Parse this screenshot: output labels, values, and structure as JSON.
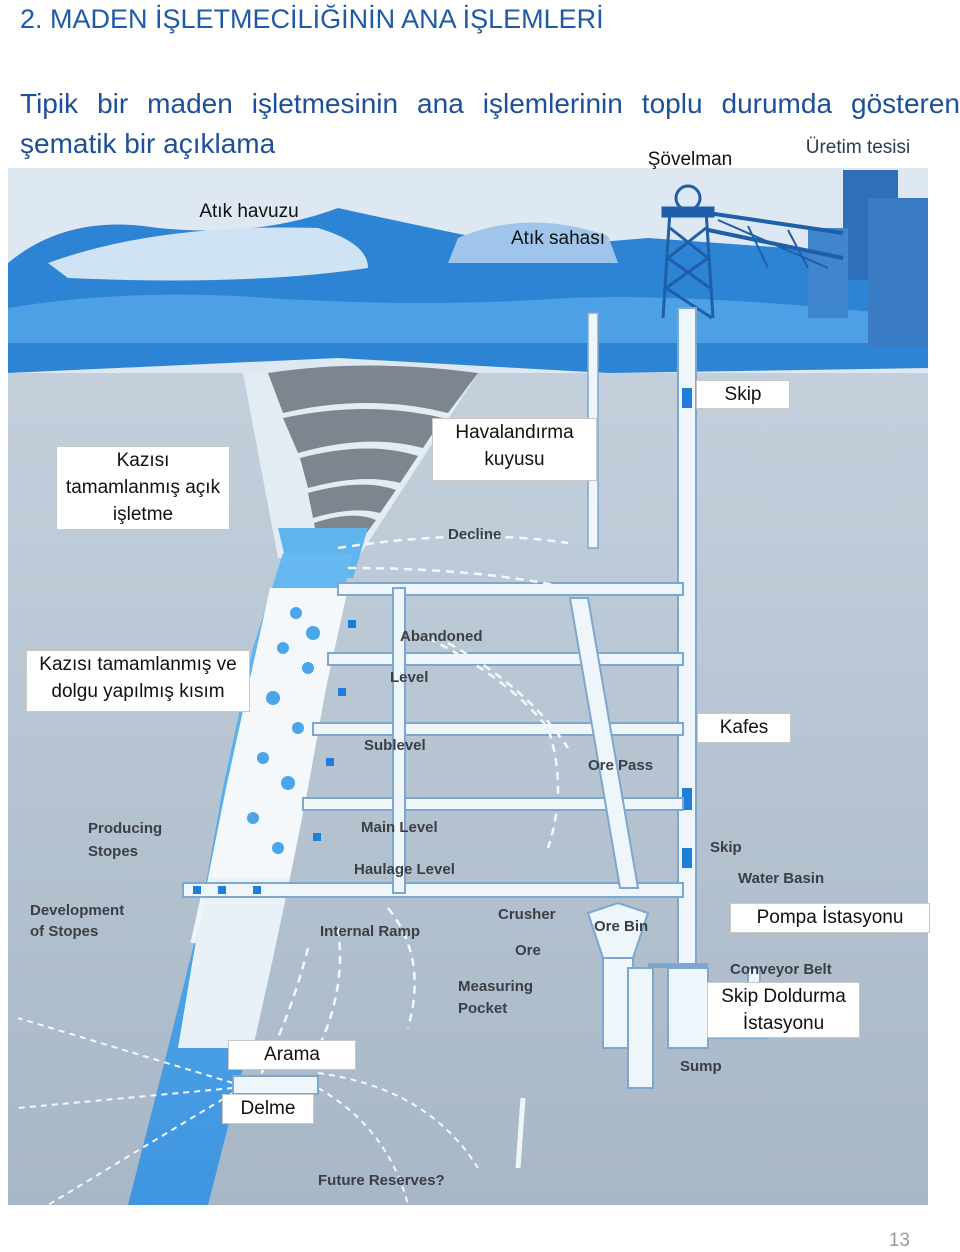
{
  "page": {
    "title": "2. MADEN İŞLETMECİLİĞİNİN ANA İŞLEMLERİ",
    "subtitle": "Tipik bir maden işletmesinin ana işlemlerinin toplu durumda gösteren şematik bir açıklama",
    "page_number": "13"
  },
  "labels": {
    "sovelman": "Şövelman",
    "uretim_tesisi": "Üretim tesisi",
    "atik_havuzu": "Atık havuzu",
    "atik_sahasi": "Atık sahası",
    "skip_top": "Skip",
    "havalandirma": "Havalandırma kuyusu",
    "kazisi_acik": "Kazısı tamamlanmış açık işletme",
    "kazisi_dolgu": "Kazısı tamamlanmış ve dolgu yapılmış kısım",
    "kafes": "Kafes",
    "pompa": "Pompa İstasyonu",
    "skip_doldurma": "Skip Doldurma İstasyonu",
    "arama": "Arama",
    "delme": "Delme"
  },
  "diagram_text": {
    "decline": "Decline",
    "abandoned": "Abandoned",
    "level": "Level",
    "sublevel": "Sublevel",
    "ore_pass": "Ore Pass",
    "producing": "Producing",
    "stopes": "Stopes",
    "main_level": "Main Level",
    "haulage_level": "Haulage Level",
    "skip": "Skip",
    "water_basin": "Water Basin",
    "development": "Development",
    "of_stopes": "of Stopes",
    "internal_ramp": "Internal Ramp",
    "crusher": "Crusher",
    "ore_bin": "Ore Bin",
    "ore": "Ore",
    "measuring": "Measuring",
    "pocket": "Pocket",
    "conveyor_belt": "Conveyor Belt",
    "sump": "Sump",
    "future_reserves": "Future Reserves?"
  },
  "colors": {
    "title": "#1e5aa8",
    "subtitle": "#1e4f9a",
    "sky": "#dce7f1",
    "ground": "#b8c6d5",
    "surface_blue": "#2b7fd0",
    "deep_blue": "#3b8fe0",
    "tunnel": "#e9f2fa",
    "ore_body": "#5cb2ee",
    "bench_gray": "#7a828b"
  }
}
